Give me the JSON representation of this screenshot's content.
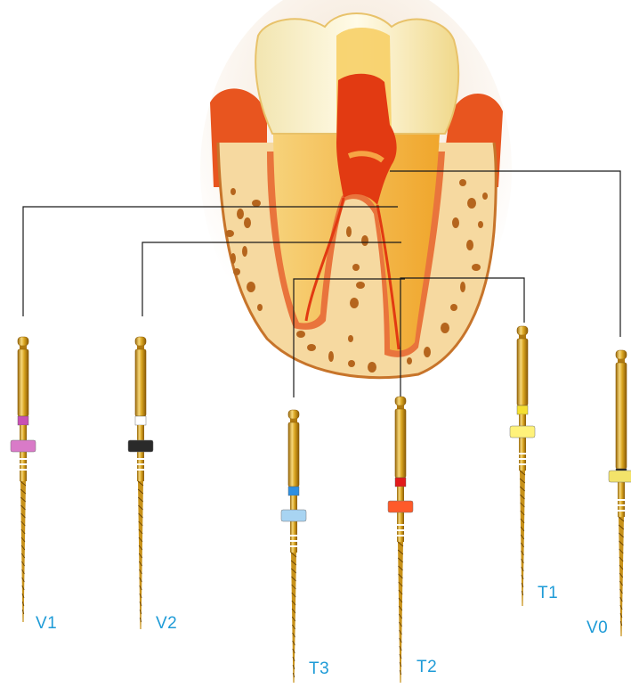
{
  "colors": {
    "label": "#1e9bd7",
    "leader_line": "#1a1a1a",
    "gold": "#d9a520",
    "gold_dark": "#9a6a0a",
    "gold_light": "#f6d77a",
    "enamel": "#fbf3d2",
    "dentin": "#f5c04a",
    "pulp": "#e23a12",
    "gum": "#e8551f",
    "bone": "#f6d9a0",
    "bone_pore": "#b5651d"
  },
  "instruments": [
    {
      "id": "v1",
      "label": "V1",
      "ring_color": "#c850b4",
      "stop_color": "#d97ac8"
    },
    {
      "id": "v2",
      "label": "V2",
      "ring_color": "#ffffff",
      "stop_color": "#2a2a2a"
    },
    {
      "id": "t3",
      "label": "T3",
      "ring_color": "#2e8fe0",
      "stop_color": "#a8d4f2"
    },
    {
      "id": "t2",
      "label": "T2",
      "ring_color": "#e21b1b",
      "stop_color": "#ff5a2a"
    },
    {
      "id": "t1",
      "label": "T1",
      "ring_color": "#f5e032",
      "stop_color": "#fff27a"
    },
    {
      "id": "v0",
      "label": "V0",
      "ring_color": "#1a1a1a",
      "stop_color": "#f3e36a"
    }
  ]
}
